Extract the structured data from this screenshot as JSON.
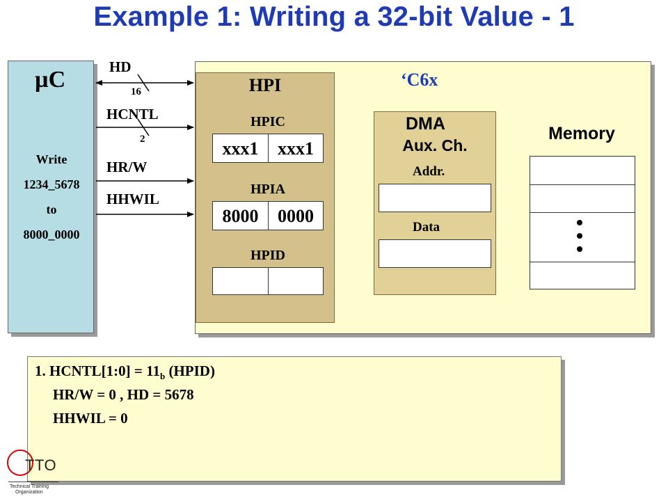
{
  "title": "Example 1: Writing a 32-bit Value - 1",
  "uc": {
    "label": "µC",
    "lines": [
      "Write",
      "1234_5678",
      "to",
      "8000_0000"
    ]
  },
  "signals": {
    "hd": "HD",
    "hd_width": "16",
    "hcntl": "HCNTL",
    "hcntl_width": "2",
    "hrw": "HR/W",
    "hhwil": "HHWIL"
  },
  "chip": {
    "label": "‘C6x",
    "hpi": {
      "label": "HPI",
      "hpic": {
        "label": "HPIC",
        "cells": [
          "xxx1",
          "xxx1"
        ]
      },
      "hpia": {
        "label": "HPIA",
        "cells": [
          "8000",
          "0000"
        ]
      },
      "hpid": {
        "label": "HPID",
        "cells": [
          "",
          ""
        ]
      }
    },
    "dma": {
      "label": "DMA",
      "sub": "Aux. Ch.",
      "addr": "Addr.",
      "data": "Data"
    },
    "memory": {
      "label": "Memory"
    }
  },
  "note": {
    "line1_pre": "1. HCNTL[1:0] = 11",
    "line1_sub": "b",
    "line1_post": " (HPID)",
    "line2": "HR/W = 0 , HD = 5678",
    "line3": "HHWIL = 0"
  },
  "logo": {
    "mark": "TTO",
    "caption1": "Technical Training",
    "caption2": "Organization"
  },
  "colors": {
    "title": "#1f3bb3",
    "uc_panel": "#b5dde3",
    "chip_panel": "#fdfdcf",
    "hpi_block": "#d4c08b",
    "dma_block": "#e1d196",
    "logo_ring": "#d40000"
  }
}
